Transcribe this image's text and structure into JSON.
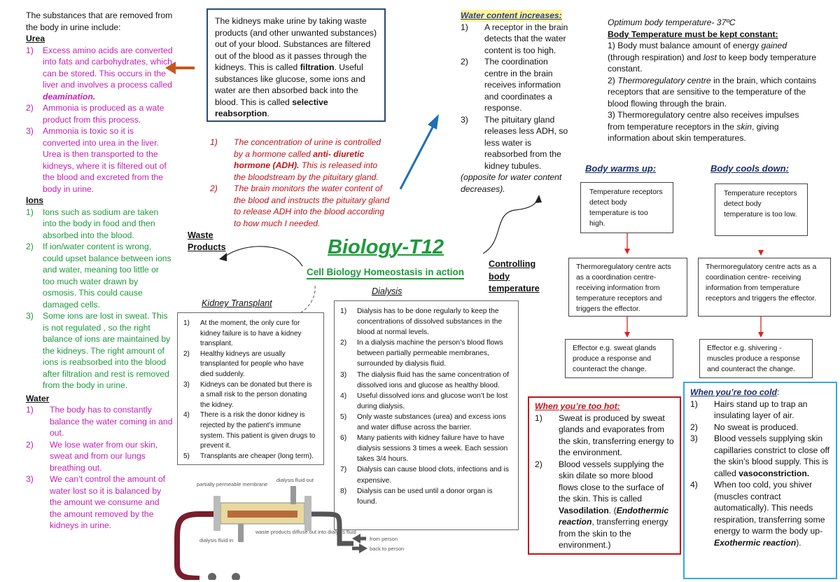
{
  "urine": {
    "intro": "The substances that are removed from the body in urine include:",
    "urea_heading": "Urea",
    "urea_items": [
      {
        "num": "1)",
        "text_a": "Excess amino acids are converted into fats and carbohydrates, which can be stored. This occurs in the liver and involves a process called ",
        "em": "deamination."
      },
      {
        "num": "2)",
        "text": "Ammonia is produced as a wate product from this process."
      },
      {
        "num": "3)",
        "text": "Ammonia is toxic so it is converted into urea in the liver. Urea is then transported to the kidneys, where it is filtered out of the blood and excreted from the body in urine."
      }
    ],
    "ions_heading": "Ions",
    "ions_items": [
      {
        "num": "1)",
        "text": "Ions such as sodium are taken into the body in food and then absorbed into the blood."
      },
      {
        "num": "2)",
        "text": "If ion/water content is wrong, could upset balance between ions and water, meaning too little or too much water drawn by osmosis. This could cause damaged cells."
      },
      {
        "num": "3)",
        "text": "Some ions are lost in sweat. This is not regulated , so the right balance of ions are maintained by the kidneys. The right amount of ions is reabsorbed into the blood after filtration and rest is removed from the body in urine."
      }
    ],
    "water_heading": "Water",
    "water_items": [
      {
        "num": "1)",
        "text": "The body has to constantly balance the water coming in and out."
      },
      {
        "num": "2)",
        "text": "We lose water from our skin, sweat and from our lungs breathing out."
      },
      {
        "num": "3)",
        "text": "We can’t control the amount of water lost so it is balanced by the amount we consume and the amount removed by the kidneys in urine."
      }
    ]
  },
  "kidney_box": {
    "p1": "The kidneys make urine by taking waste products (and other unwanted substances) out of your blood. Substances are filtered out of the blood as it passes through the kidneys. This is called ",
    "filtration": "filtration",
    "p2": ". Useful substances like glucose, some ions and water are then absorbed back into the blood. This is called ",
    "selective": "selective reabsorption",
    "p3": "."
  },
  "adh": {
    "items": [
      {
        "num": "1)",
        "a": "The concentration of urine is controlled by a hormone called ",
        "b": "anti- diuretic hormone (ADH).",
        "c": " This is released into the bloodstream by the pituitary gland."
      },
      {
        "num": "2)",
        "a": "The brain monitors the water content of the blood and instructs the pituitary gland to release ADH into the blood according to how much I needed.",
        "b": "",
        "c": ""
      }
    ]
  },
  "water_increase": {
    "heading": "Water content increases:",
    "items": [
      {
        "num": "1)",
        "text": "A receptor in the brain detects that the water content is too high."
      },
      {
        "num": "2)",
        "text": "The coordination centre in the brain receives information and coordinates a response."
      },
      {
        "num": "3)",
        "text": "The pituitary gland releases less ADH, so less water is reabsorbed from the kidney tubules."
      }
    ],
    "note": "(opposite for water content decreases)."
  },
  "temperature": {
    "optimum": "Optimum body temperature- 37ºC",
    "heading": "Body Temperature must be kept constant:",
    "p1a": "1) Body must balance amount of energy ",
    "p1b": "gained",
    "p1c": " (through respiration) and ",
    "p1d": "lost",
    "p1e": " to keep body temperature constant.",
    "p2a": "2) ",
    "p2b": "Thermoregulatory centre",
    "p2c": " in the brain, which contains receptors that are sensitive to the temperature of the blood flowing through the brain.",
    "p3a": "3) Thermoregulatory centre also receives impulses from temperature receptors in the ",
    "p3b": "skin",
    "p3c": ", giving information about skin temperatures."
  },
  "warm_up": {
    "heading": "Body warms up:",
    "box1": "Temperature receptors detect body temperature is too high.",
    "box2": "Thermoregulatory centre acts as a coordination centre- receiving information from temperature receptors and triggers the effector.",
    "box3": "Effector e.g. sweat glands produce a response and counteract the change."
  },
  "cool_down": {
    "heading": "Body cools down:",
    "box1": "Temperature receptors detect body temperature is too low.",
    "box2": "Thermoregulatory centre acts as a coordination centre- receiving information from temperature receptors and triggers the effector.",
    "box3": "Effector e.g. shivering - muscles produce a response and counteract the change."
  },
  "center": {
    "title": "Biology-T12",
    "subtitle": "Cell Biology Homeostasis in action",
    "waste_products": "Waste Products",
    "controlling": "Controlling body temperature"
  },
  "transplant": {
    "heading": "Kidney Transplant",
    "items": [
      {
        "num": "1)",
        "text": "At the moment, the only cure for kidney failure is to have a kidney transplant."
      },
      {
        "num": "2)",
        "text": "Healthy kidneys are usually transplanted for people who have died suddenly."
      },
      {
        "num": "3)",
        "text": "Kidneys can be donated but there is a small risk to the person donating the kidney."
      },
      {
        "num": "4)",
        "text": "There is a risk the donor kidney is rejected by the patient’s immune system. This patient is given drugs to prevent it."
      },
      {
        "num": "5)",
        "text": "Transplants are cheaper (long term)."
      }
    ]
  },
  "dialysis": {
    "heading": "Dialysis",
    "items": [
      {
        "num": "1)",
        "text": "Dialysis has to be done regularly to keep the concentrations of dissolved substances in the blood at normal levels."
      },
      {
        "num": "2)",
        "text": "In a dialysis machine the person’s blood flows between partially permeable membranes, surrounded by dialysis fluid."
      },
      {
        "num": "3)",
        "text": "The dialysis fluid has the same concentration of dissolved ions and glucose as healthy blood."
      },
      {
        "num": "4)",
        "text": "Useful dissolved ions and glucose won’t be lost during dialysis."
      },
      {
        "num": "5)",
        "text": "Only waste substances (urea) and excess ions and water diffuse across the barrier."
      },
      {
        "num": "6)",
        "text": "Many patients with kidney failure have to have dialysis sessions 3 times a week.  Each session takes 3/4 hours."
      },
      {
        "num": "7)",
        "text": "Dialysis can cause blood clots, infections and is expensive."
      },
      {
        "num": "8)",
        "text": "Dialysis can be used until a donor organ is found."
      }
    ]
  },
  "diagram": {
    "membrane": "partially permeable membrane",
    "fluid_out": "dialysis fluid out",
    "fluid_in": "dialysis fluid in",
    "waste": "waste products diffuse out into dialysis fluid",
    "from_person": "from person",
    "back_to_person": "back to person"
  },
  "too_hot": {
    "heading": "When you’re too hot:",
    "items": [
      {
        "num": "1)",
        "text": "Sweat is produced by sweat glands and evaporates from the skin, transferring energy to the environment."
      }
    ],
    "item2_num": "2)",
    "item2a": "Blood vessels supplying the skin dilate so more blood flows close to the surface of the skin. This is called ",
    "item2b": "Vasodilation",
    "item2c": ". (",
    "item2d": "Endothermic reaction",
    "item2e": ", transferring energy from the skin to the environment.)"
  },
  "too_cold": {
    "heading": "When you’re too cold",
    "heading_suffix": ":",
    "items": [
      {
        "num": "1)",
        "text": "Hairs stand up to trap an insulating layer of air."
      },
      {
        "num": "2)",
        "text": "No sweat is produced."
      }
    ],
    "item3_num": "3)",
    "item3a": "Blood vessels supplying skin capillaries constrict to close off the skin’s blood supply. This is called ",
    "item3b": "vasoconstriction.",
    "item4_num": "4)",
    "item4a": "When too cold, you shiver (muscles contract automatically). This needs respiration, transferring some energy to warm the body up- ",
    "item4b": "Exothermic reaction",
    "item4c": ")."
  },
  "colors": {
    "title_green": "#1e9a3c",
    "arrow_orange": "#c8561d",
    "arrow_blue": "#1f6fb5",
    "hot_red": "#c0151b",
    "cold_blue": "#33a9e0"
  }
}
